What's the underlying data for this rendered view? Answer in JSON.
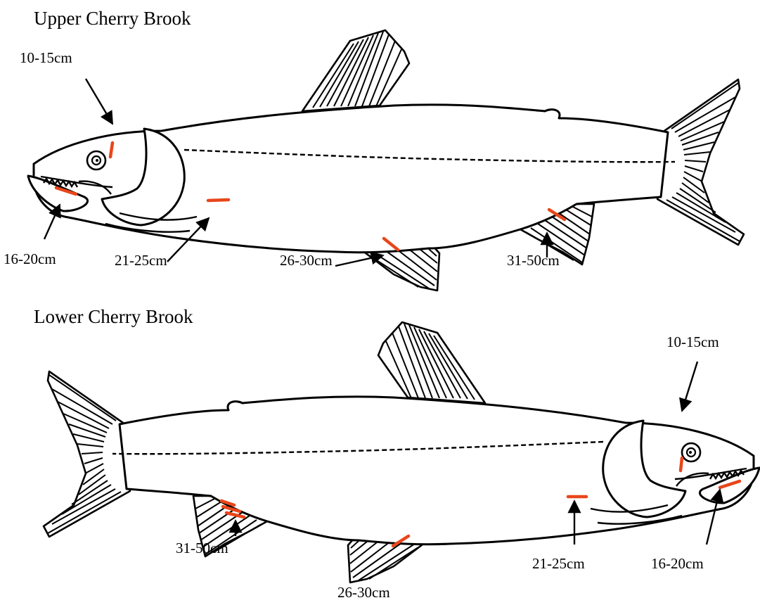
{
  "colors": {
    "mark": "#e8461a",
    "line": "#000000"
  },
  "upper": {
    "title": "Upper Cherry Brook",
    "labels": {
      "l1": "10-15cm",
      "l2": "16-20cm",
      "l3": "21-25cm",
      "l4": "26-30cm",
      "l5": "31-50cm"
    }
  },
  "lower": {
    "title": "Lower Cherry Brook",
    "labels": {
      "l1": "10-15cm",
      "l2": "16-20cm",
      "l3": "21-25cm",
      "l4": "26-30cm",
      "l5": "31-50cm"
    }
  }
}
